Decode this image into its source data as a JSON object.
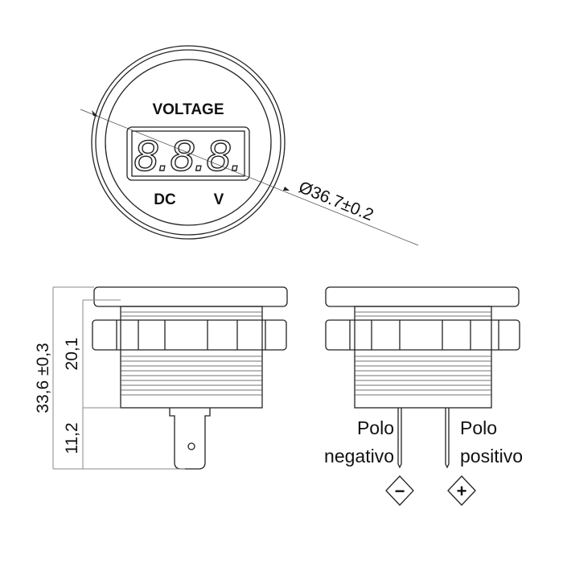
{
  "front_view": {
    "label_top": "VOLTAGE",
    "label_dc": "DC",
    "label_unit": "V",
    "display_digits": "8.8.8.",
    "diameter_dim": "Ø36.7±0.2"
  },
  "side_view": {
    "total_height_dim": "33,6 ±0,3",
    "body_height_dim": "20,1",
    "terminal_height_dim": "11,2"
  },
  "rear_view": {
    "negative_label_line1": "Polo",
    "negative_label_line2": "negativo",
    "positive_label_line1": "Polo",
    "positive_label_line2": "positivo",
    "negative_symbol": "−",
    "positive_symbol": "+"
  },
  "colors": {
    "line": "#222222",
    "dimension": "#888888"
  }
}
